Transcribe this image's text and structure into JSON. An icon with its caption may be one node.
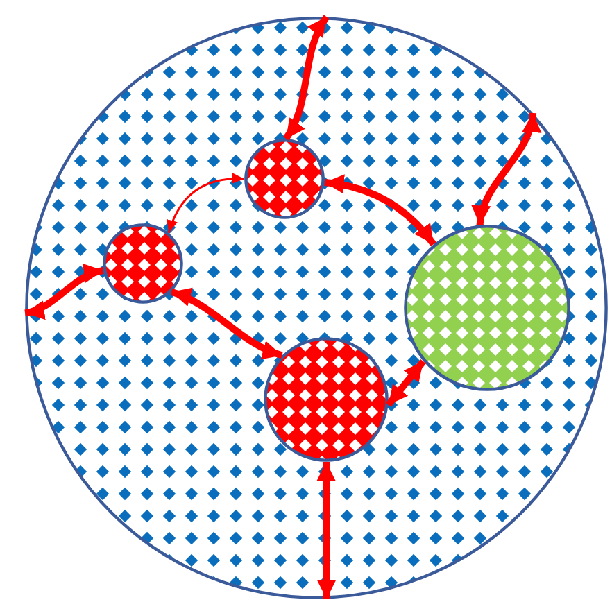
{
  "diagram": {
    "nodes": [
      {
        "text": [],
        "shape": "circle"
      },
      {
        "text": [],
        "shape": "circle",
        "in": 0
      },
      {
        "text": [],
        "shape": "circle",
        "in": 0
      },
      {
        "text": [],
        "shape": "circle",
        "in": 0
      },
      {
        "text": [],
        "shape": "circle",
        "in": 0
      }
    ],
    "edges": [
      {
        "from": 1,
        "to": 0,
        "arrow": "both"
      },
      {
        "from": 3,
        "to": 0,
        "arrow": "both"
      },
      {
        "from": 2,
        "to": 0,
        "arrow": "both"
      },
      {
        "from": 4,
        "to": 0,
        "arrow": "both"
      },
      {
        "from": 1,
        "to": 2,
        "arrow": "both"
      },
      {
        "from": 1,
        "to": 3,
        "arrow": "both"
      },
      {
        "from": 2,
        "to": 4,
        "arrow": "both"
      },
      {
        "from": 4,
        "to": 3,
        "arrow": "both"
      }
    ]
  }
}
